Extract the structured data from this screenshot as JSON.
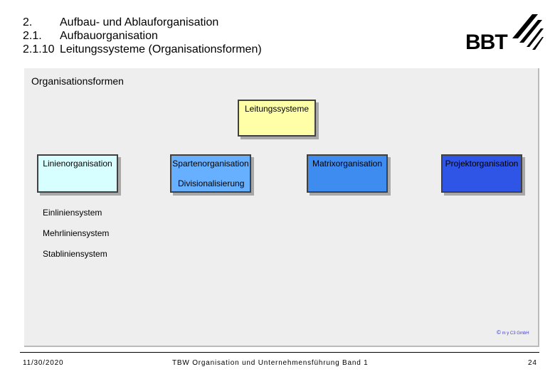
{
  "header": {
    "lines": [
      {
        "num": "2.",
        "text": "Aufbau- und Ablauforganisation"
      },
      {
        "num": "2.1.",
        "text": "Aufbauorganisation"
      },
      {
        "num": "2.1.10",
        "text": "Leitungssysteme (Organisationsformen)"
      }
    ],
    "logo_alt": "BBT"
  },
  "panel": {
    "title": "Organisationsformen",
    "top_box": "Leitungssysteme",
    "boxes": [
      "Linienorganisation",
      "Spartenorganisation",
      "Matrixorganisation",
      "Projektorganisation"
    ],
    "sub_division": "Divisionalisierung",
    "line_systems": [
      "Einliniensystem",
      "Mehrliniensystem",
      "Stabliniensystem"
    ],
    "copyright": "m y  C3 GmbH"
  },
  "colors": {
    "top_box": "#ffffa8",
    "linien": "#d8ffff",
    "sparten": "#66b0ff",
    "matrix": "#3f8cf0",
    "projekt": "#2f55e6"
  },
  "footer": {
    "date": "11/30/2020",
    "title": "TBW Organisation und Unternehmensführung Band 1",
    "page": "24"
  }
}
